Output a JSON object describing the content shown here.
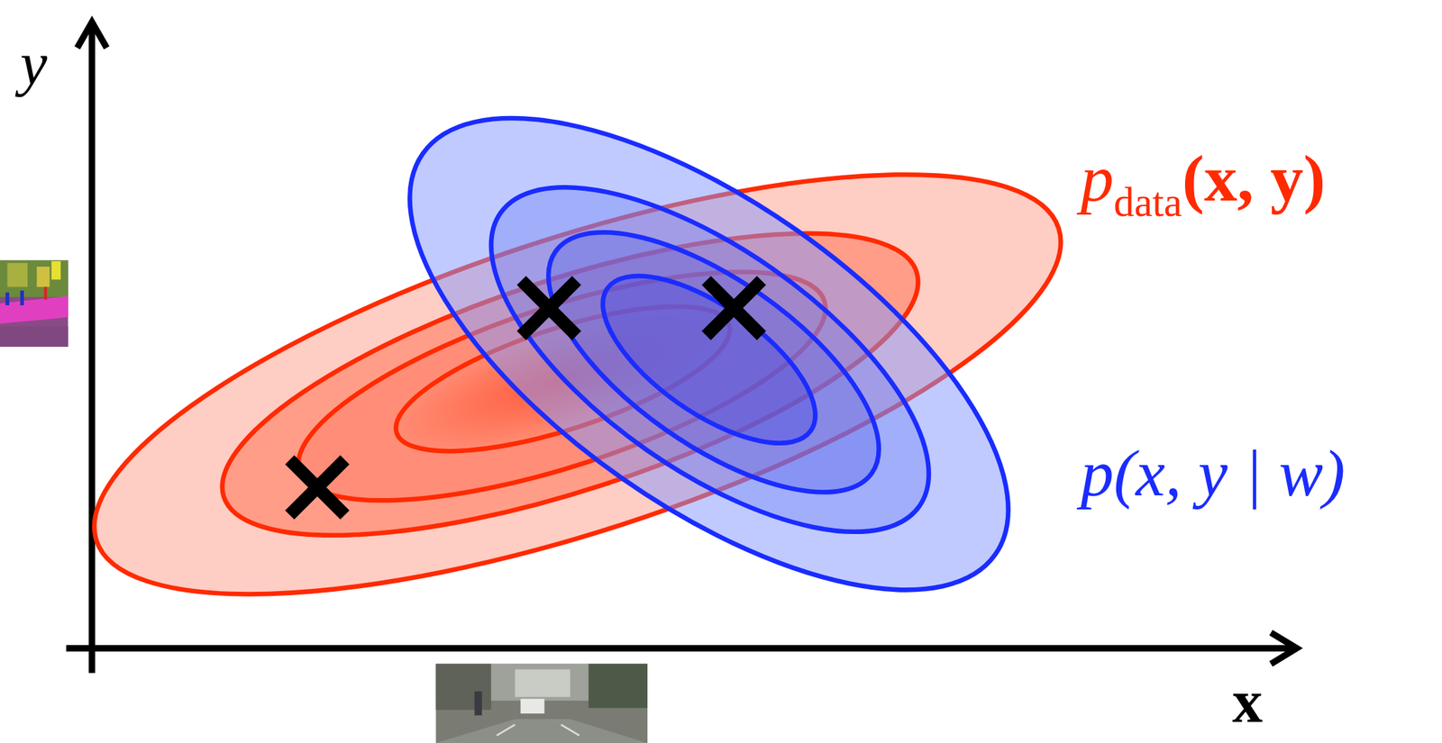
{
  "diagram": {
    "labels": [
      "y",
      "x",
      "p",
      "data",
      "(x, y)",
      "p(x, y | w)"
    ]
  }
}
